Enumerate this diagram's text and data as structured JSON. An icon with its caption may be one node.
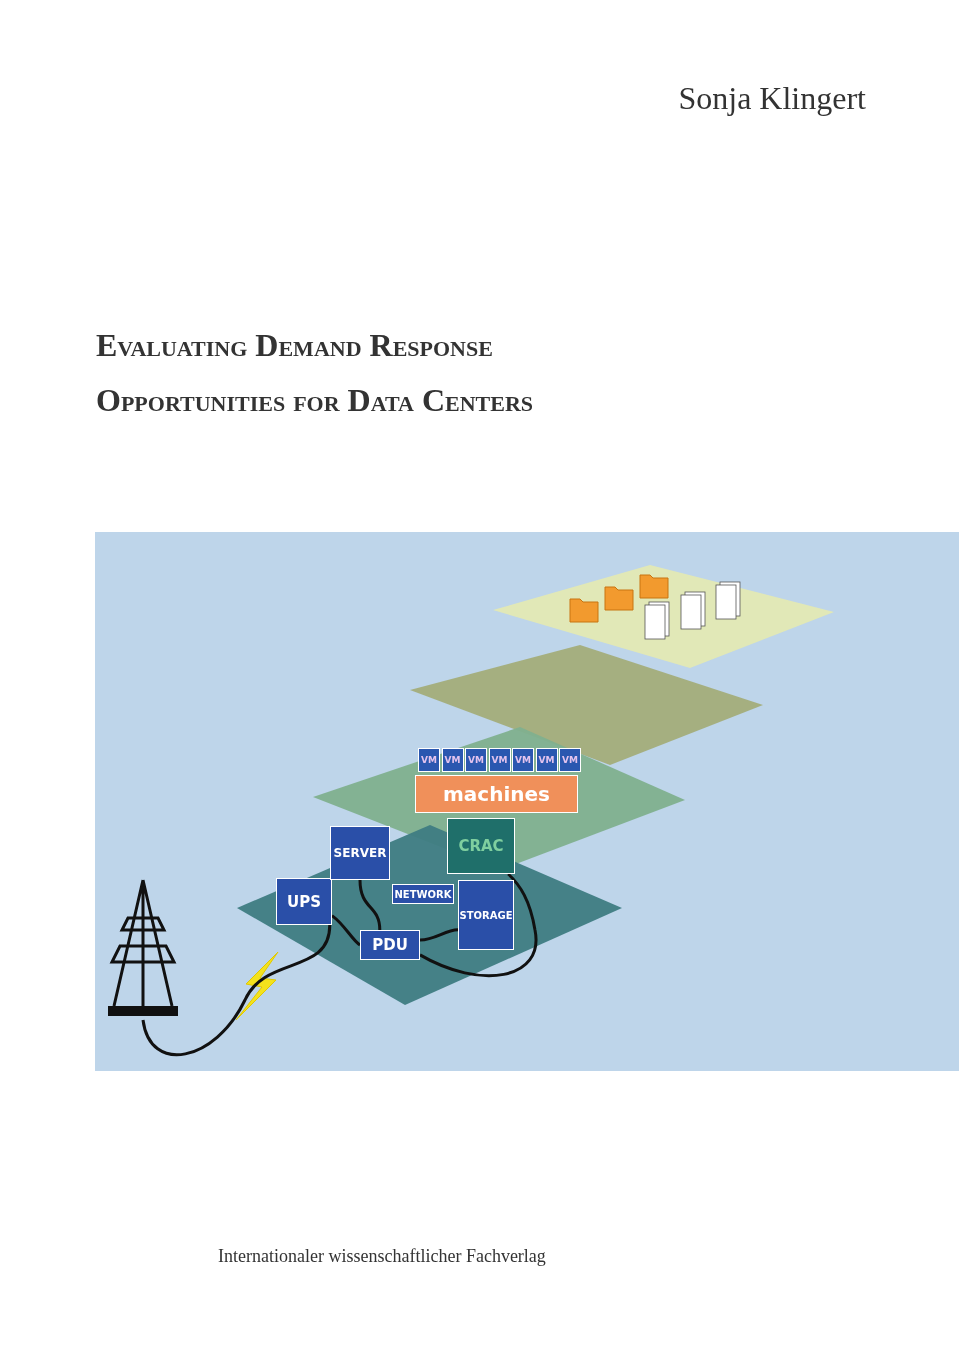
{
  "diagram": {
    "title": "Evaluating Demand Response Opportunities for Data Centers",
    "nodes": [
      {
        "text": [],
        "shape": "picture"
      },
      {
        "text": [
          "UPS"
        ]
      },
      {
        "text": [
          "PDU"
        ]
      },
      {
        "text": [
          "SERVER"
        ]
      },
      {
        "text": [
          "NETWORK"
        ]
      },
      {
        "text": [
          "STORAGE"
        ]
      },
      {
        "text": [
          "CRAC"
        ]
      },
      {
        "text": [
          "machines"
        ]
      },
      {
        "text": [
          "VM"
        ]
      },
      {
        "text": [
          "VM"
        ]
      },
      {
        "text": [
          "VM"
        ]
      },
      {
        "text": [
          "VM"
        ]
      },
      {
        "text": [
          "VM"
        ]
      },
      {
        "text": [
          "VM"
        ]
      },
      {
        "text": [
          "VM"
        ]
      }
    ],
    "edges": [
      {
        "from": 0,
        "to": 1,
        "arrow": "none"
      },
      {
        "from": 1,
        "to": 2,
        "arrow": "none"
      },
      {
        "from": 3,
        "to": 2,
        "arrow": "none"
      },
      {
        "from": 2,
        "to": 5,
        "arrow": "none"
      },
      {
        "from": 2,
        "to": 6,
        "arrow": "none"
      }
    ],
    "labels": [
      "Sonja Klingert",
      "Internationaler wissenschaftlicher Fachverlag"
    ]
  }
}
